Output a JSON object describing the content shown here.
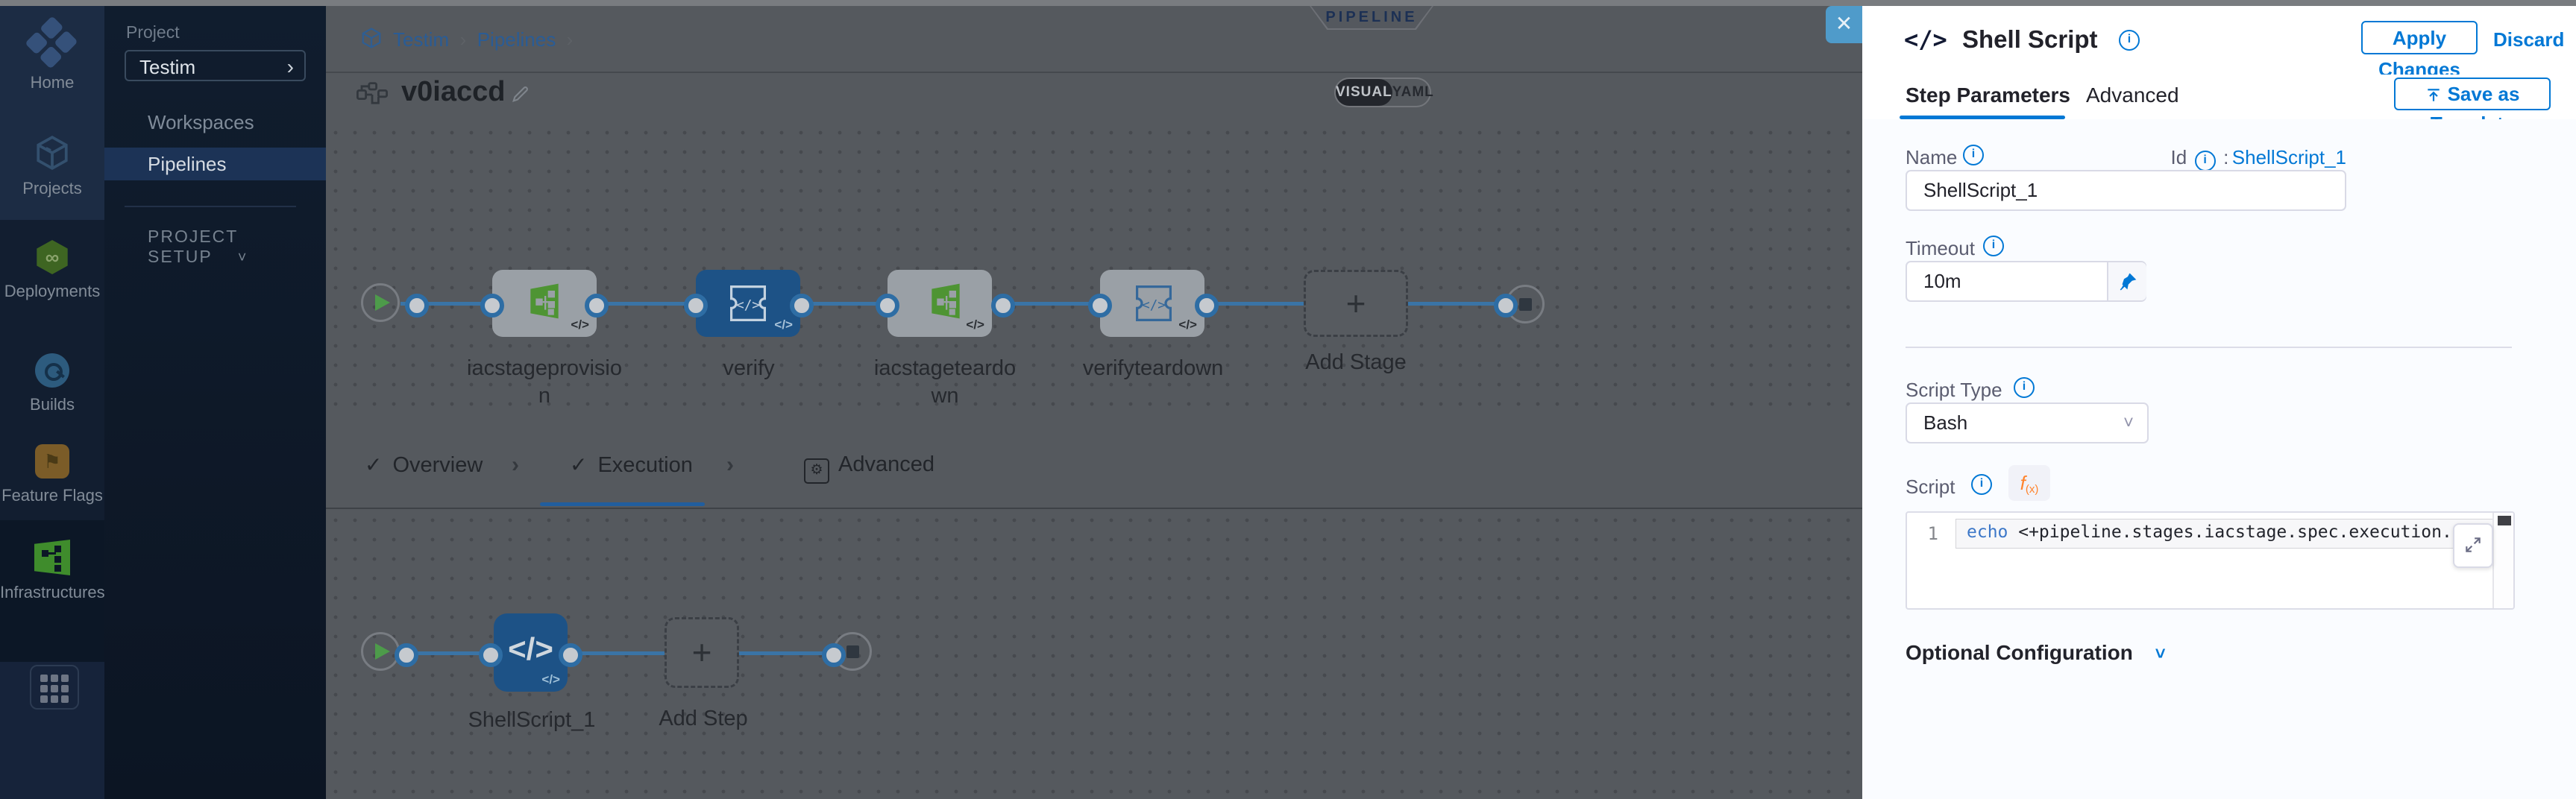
{
  "colors": {
    "accent": "#0278d5",
    "selected_node_blue": "#1d5286",
    "infra_green": "#4e9433",
    "rail_bg": "#0d1726",
    "canvas_dim_bg": "#53575c"
  },
  "glyphs": {
    "close": "✕",
    "chevron_right": "›",
    "check": "✓",
    "plus": "+",
    "chevron_down": "˅",
    "infinity": "∞",
    "gear": "⚙",
    "flag": "⚑",
    "info": "i",
    "code_mark": "</>",
    "colon": ":"
  },
  "module_nav": {
    "items": [
      {
        "label": "Home",
        "icon": "harness-logo"
      },
      {
        "label": "Projects",
        "icon": "cube"
      },
      {
        "label": "Deployments",
        "icon": "deployments-hexagon"
      },
      {
        "label": "Builds",
        "icon": "builds-circle"
      },
      {
        "label": "Feature Flags",
        "icon": "feature-flag"
      },
      {
        "label": "Infrastructures",
        "icon": "infrastructure-tree"
      }
    ],
    "overflow_icon": "grid-menu"
  },
  "project_nav": {
    "section_label": "Project",
    "project_name": "Testim",
    "items": [
      {
        "label": "Workspaces"
      },
      {
        "label": "Pipelines"
      }
    ],
    "setup_label": "PROJECT SETUP"
  },
  "canvas_header": {
    "breadcrumb": [
      "Testim",
      "Pipelines"
    ],
    "studio_badge": "PIPELINE STUDIO",
    "pipeline_name": "v0iaccd",
    "view_toggle": {
      "visual": "VISUAL",
      "yaml": "YAML",
      "active": "VISUAL"
    }
  },
  "stage_pipeline": {
    "stages": [
      {
        "label": "iacstageprovision",
        "type": "infrastructure",
        "selected": false
      },
      {
        "label": "verify",
        "type": "custom-template",
        "selected": true
      },
      {
        "label": "iacstageteardown",
        "type": "infrastructure",
        "selected": false
      },
      {
        "label": "verifyteardown",
        "type": "custom-template",
        "selected": false
      }
    ],
    "add_stage_label": "Add Stage"
  },
  "execution_tabs": {
    "tabs": [
      {
        "label": "Overview",
        "active": false
      },
      {
        "label": "Execution",
        "active": true
      },
      {
        "label": "Advanced",
        "active": false
      }
    ]
  },
  "step_pipeline": {
    "steps": [
      {
        "label": "ShellScript_1",
        "type": "shell-script",
        "selected": true
      }
    ],
    "add_step_label": "Add Step"
  },
  "drawer": {
    "title": "Shell Script",
    "apply_label": "Apply Changes",
    "discard_label": "Discard",
    "tabs": [
      {
        "label": "Step Parameters",
        "active": true
      },
      {
        "label": "Advanced",
        "active": false
      }
    ],
    "save_as_template_label": "Save as Template",
    "fields": {
      "name_label": "Name",
      "name_value": "ShellScript_1",
      "id_label": "Id",
      "id_value": "ShellScript_1",
      "timeout_label": "Timeout",
      "timeout_value": "10m",
      "script_type_label": "Script Type",
      "script_type_value": "Bash",
      "script_label": "Script",
      "fx_main": "f",
      "fx_sub": "(x)"
    },
    "editor": {
      "line_number": "1",
      "code_keyword": "echo",
      "code_rest": " <+pipeline.stages.iacstage.spec.execution.steps.appl"
    },
    "optional_configuration_label": "Optional Configuration"
  }
}
